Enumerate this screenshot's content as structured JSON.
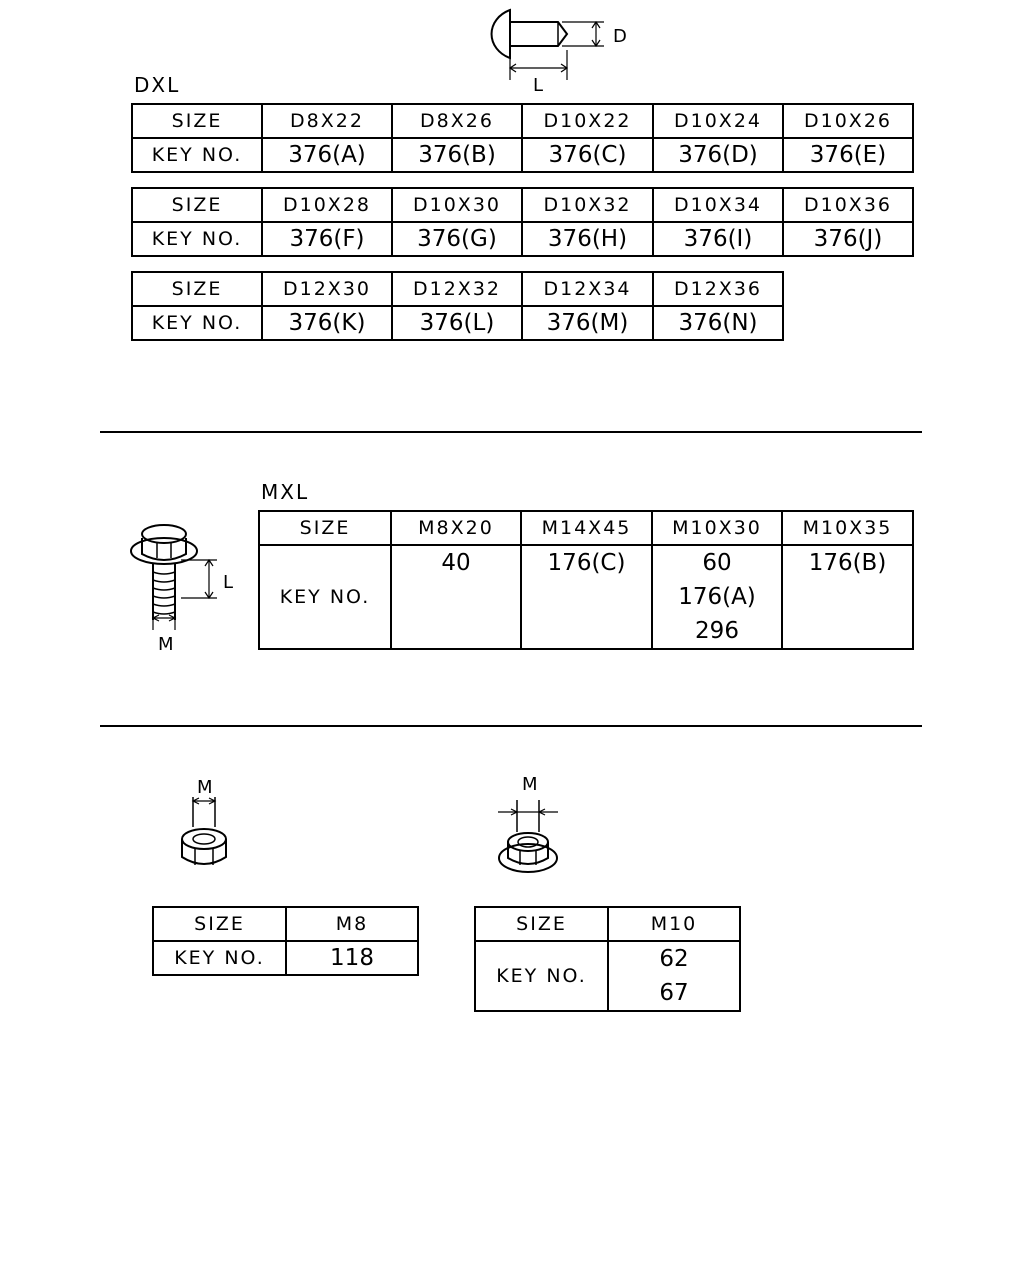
{
  "dxl": {
    "label": "DXL",
    "dim_d": "D",
    "dim_l": "L",
    "tables": [
      {
        "size_label": "SIZE",
        "key_label": "KEY NO.",
        "sizes": [
          "D8X22",
          "D8X26",
          "D10X22",
          "D10X24",
          "D10X26"
        ],
        "keys": [
          "376(A)",
          "376(B)",
          "376(C)",
          "376(D)",
          "376(E)"
        ]
      },
      {
        "size_label": "SIZE",
        "key_label": "KEY NO.",
        "sizes": [
          "D10X28",
          "D10X30",
          "D10X32",
          "D10X34",
          "D10X36"
        ],
        "keys": [
          "376(F)",
          "376(G)",
          "376(H)",
          "376(I)",
          "376(J)"
        ]
      },
      {
        "size_label": "SIZE",
        "key_label": "KEY NO.",
        "sizes": [
          "D12X30",
          "D12X32",
          "D12X34",
          "D12X36"
        ],
        "keys": [
          "376(K)",
          "376(L)",
          "376(M)",
          "376(N)"
        ]
      }
    ]
  },
  "mxl": {
    "label": "MXL",
    "dim_l": "L",
    "dim_m": "M",
    "size_label": "SIZE",
    "key_label": "KEY NO.",
    "sizes": [
      "M8X20",
      "M14X45",
      "M10X30",
      "M10X35"
    ],
    "keys": [
      [
        "40"
      ],
      [
        "176(C)"
      ],
      [
        "60",
        "176(A)",
        "296"
      ],
      [
        "176(B)"
      ]
    ]
  },
  "nuts": [
    {
      "dim_m": "M",
      "size_label": "SIZE",
      "key_label": "KEY NO.",
      "size": "M8",
      "keys": [
        "118"
      ]
    },
    {
      "dim_m": "M",
      "size_label": "SIZE",
      "key_label": "KEY NO.",
      "size": "M10",
      "keys": [
        "62",
        "67"
      ]
    }
  ]
}
